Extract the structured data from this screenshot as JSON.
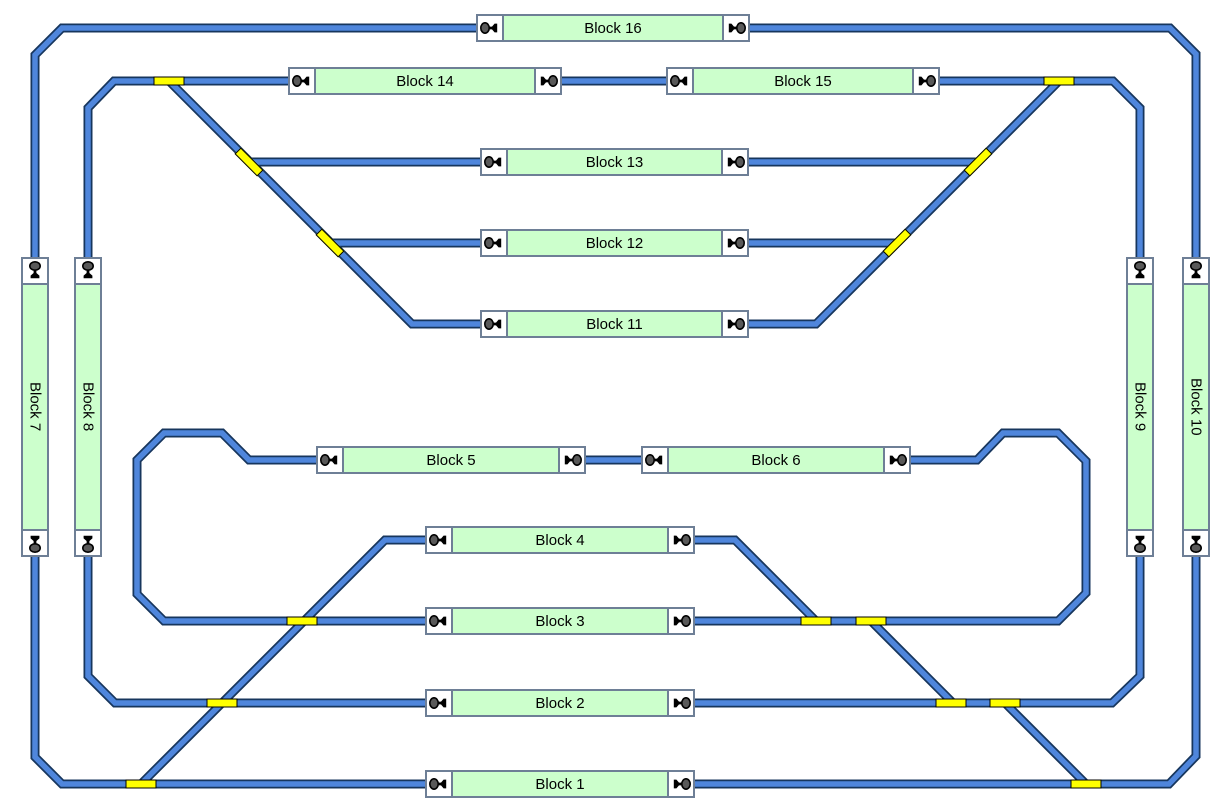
{
  "app": {
    "description": "Model railroad track plan with 16 blocks"
  },
  "colors": {
    "background": "#FFFFFF",
    "track_fill": "#4F86DC",
    "track_outline": "#17365D",
    "block_fill": "#CCFFCC",
    "block_border": "#6E7F96",
    "turnout_fill": "#FFFF00",
    "turnout_outline": "#000000",
    "signal_body": "#595959",
    "signal_dark": "#000000"
  },
  "icons": {
    "signal": "signal-icon",
    "turnout": "turnout-switch"
  },
  "blocks": [
    {
      "label": "Block 1",
      "orientation": "horizontal"
    },
    {
      "label": "Block 2",
      "orientation": "horizontal"
    },
    {
      "label": "Block 3",
      "orientation": "horizontal"
    },
    {
      "label": "Block 4",
      "orientation": "horizontal"
    },
    {
      "label": "Block 5",
      "orientation": "horizontal"
    },
    {
      "label": "Block 6",
      "orientation": "horizontal"
    },
    {
      "label": "Block 7",
      "orientation": "vertical"
    },
    {
      "label": "Block 8",
      "orientation": "vertical"
    },
    {
      "label": "Block 9",
      "orientation": "vertical"
    },
    {
      "label": "Block 10",
      "orientation": "vertical"
    },
    {
      "label": "Block 11",
      "orientation": "horizontal"
    },
    {
      "label": "Block 12",
      "orientation": "horizontal"
    },
    {
      "label": "Block 13",
      "orientation": "horizontal"
    },
    {
      "label": "Block 14",
      "orientation": "horizontal"
    },
    {
      "label": "Block 15",
      "orientation": "horizontal"
    },
    {
      "label": "Block 16",
      "orientation": "horizontal"
    }
  ]
}
